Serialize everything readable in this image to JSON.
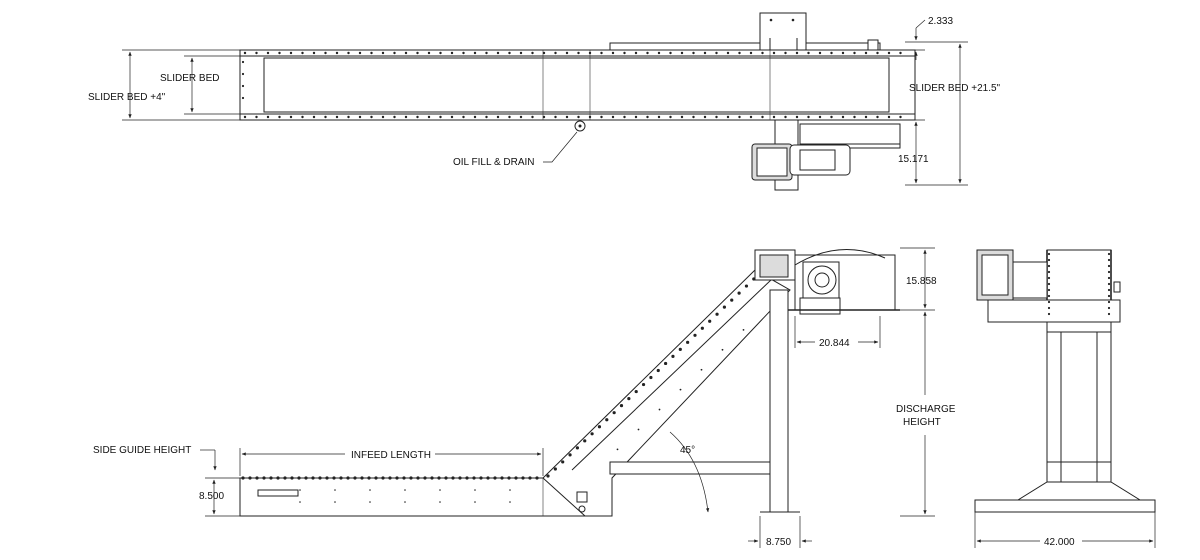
{
  "labels": {
    "slider_bed": "SLIDER BED",
    "slider_bed_plus4": "SLIDER BED +4\"",
    "slider_bed_plus21": "SLIDER BED +21.5\"",
    "oil_fill_drain": "OIL FILL & DRAIN",
    "side_guide_height": "SIDE GUIDE HEIGHT",
    "infeed_length": "INFEED LENGTH",
    "discharge_height_1": "DISCHARGE",
    "discharge_height_2": "HEIGHT",
    "angle": "45°"
  },
  "dimensions": {
    "top_offset": "2.333",
    "motor_offset": "15.171",
    "drive_height": "15.858",
    "drive_length": "20.844",
    "side_guide": "8.500",
    "leg_width": "8.750",
    "overall_width": "42.000"
  }
}
